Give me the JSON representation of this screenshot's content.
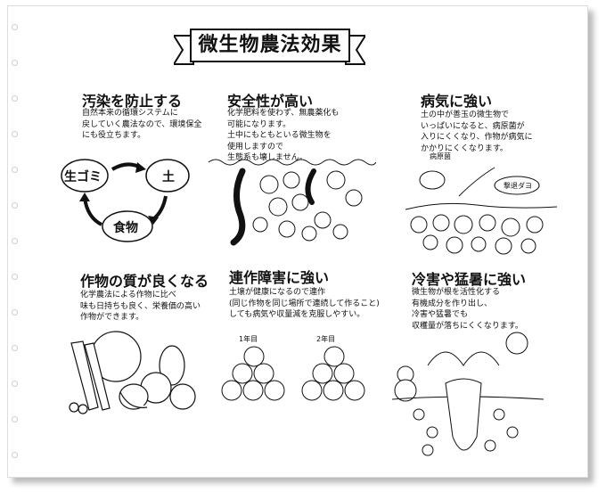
{
  "title": "微生物農法効果",
  "sections": [
    {
      "heading": "汚染を防止する",
      "text": "自然本来の循環システムに\n戻していく農法なので、環境保全\nにも役立ちます。"
    },
    {
      "heading": "安全性が高い",
      "text": "化学肥料を使わず、無農薬化も\n可能になります。\n土中にもともといる微生物を\n使用しますので\n生態系も壊しません。"
    },
    {
      "heading": "病気に強い",
      "text": "土の中が善玉の微生物で\nいっぱいになると、病原菌が\n入りにくくなり、作物が病気に\nかかりにくくなります。"
    },
    {
      "heading": "作物の質が良くなる",
      "text": "化学農法による作物に比べ\n味も日持ちも良く、栄養価の高い\n作物ができます。"
    },
    {
      "heading": "連作障害に強い",
      "text": "土壌が健康になるので連作\n(同じ作物を同じ場所で連続して作ること)\nしても病気や収量減を克服しやすい。"
    },
    {
      "heading": "冷害や猛暑に強い",
      "text": "微生物が根を活性化する\n有機成分を作り出し、\n冷害や猛暑でも\n収穫量が落ちにくくなります。"
    }
  ],
  "cycle": {
    "garbage": "生ゴミ",
    "soil": "土",
    "food": "食物"
  },
  "disease": {
    "pathogen_label": "病原菌",
    "speech": "撃退ダヨ"
  },
  "rotation": {
    "year1": "1年目",
    "year2": "2年目"
  }
}
